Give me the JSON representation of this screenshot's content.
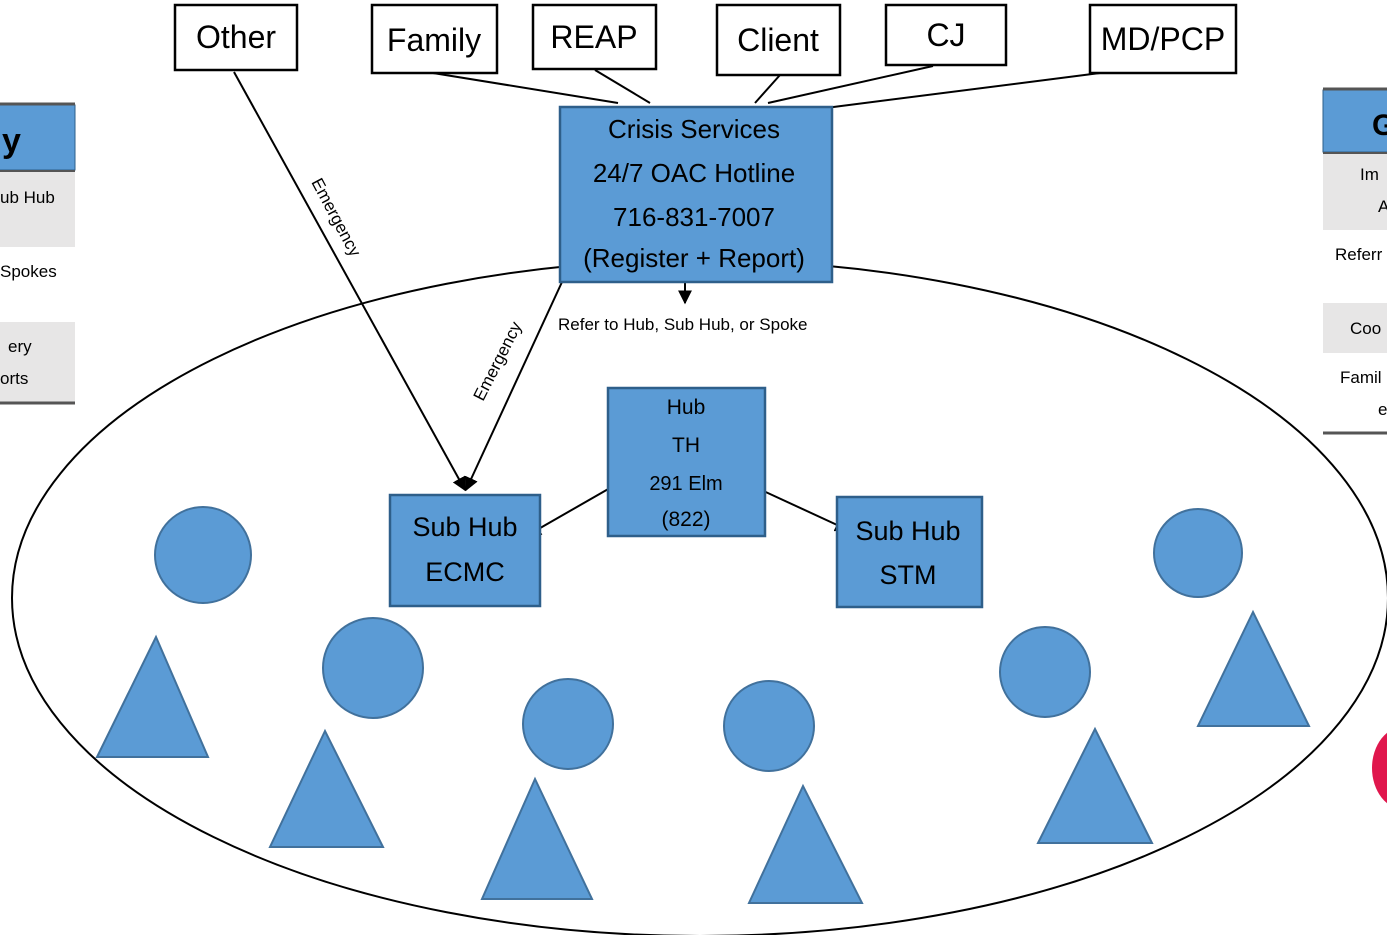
{
  "sources": [
    {
      "id": "other",
      "label": "Other"
    },
    {
      "id": "family",
      "label": "Family"
    },
    {
      "id": "reap",
      "label": "REAP"
    },
    {
      "id": "client",
      "label": "Client"
    },
    {
      "id": "cj",
      "label": "CJ"
    },
    {
      "id": "mdpcp",
      "label": "MD/PCP"
    }
  ],
  "crisis": {
    "line1": "Crisis Services",
    "line2": "24/7 OAC Hotline",
    "line3": "716-831-7007",
    "line4": "(Register + Report)"
  },
  "refer_note": "Refer to Hub, Sub Hub, or Spoke",
  "emergency_label": "Emergency",
  "hub": {
    "line1": "Hub",
    "line2": "TH",
    "line3": "291 Elm",
    "line4": "(822)"
  },
  "subhub_left": {
    "line1": "Sub Hub",
    "line2": "ECMC"
  },
  "subhub_right": {
    "line1": "Sub Hub",
    "line2": "STM"
  },
  "left_panel": {
    "head": "y",
    "row1": "ub Hub",
    "row2": "Spokes",
    "row3a": "ery",
    "row3b": "orts"
  },
  "right_panel": {
    "head": "G",
    "row1a": "Im",
    "row1b": "A",
    "row2": "Referr",
    "row3": "Coo",
    "row4a": "Famil",
    "row4b": "e"
  },
  "colors": {
    "shape_fill": "#5b9bd5",
    "accent_red": "#e0174d"
  }
}
